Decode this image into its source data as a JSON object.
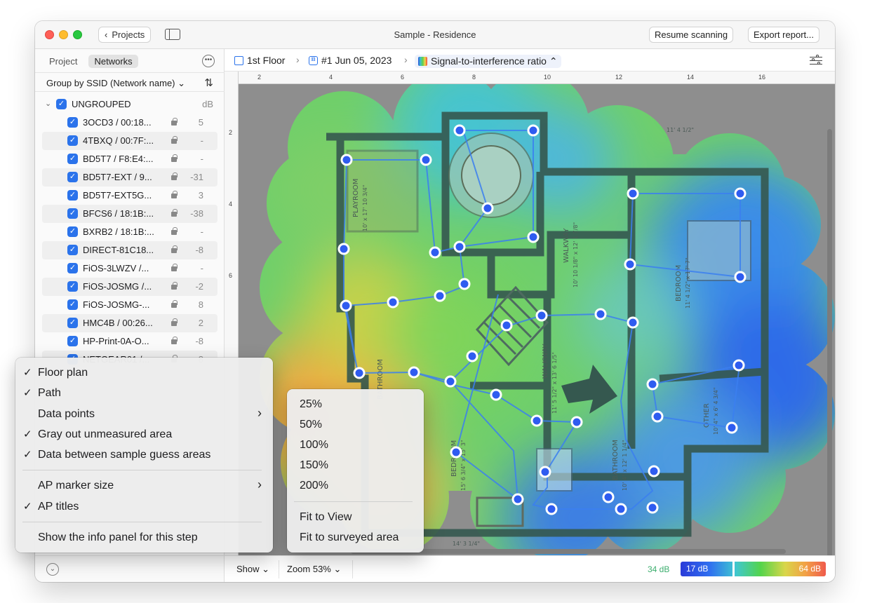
{
  "window": {
    "title": "Sample - Residence",
    "back_label": "Projects",
    "resume_label": "Resume scanning",
    "export_label": "Export report..."
  },
  "sidebar": {
    "tabs": [
      {
        "label": "Project",
        "active": false
      },
      {
        "label": "Networks",
        "active": true
      }
    ],
    "more_icon": "ellipsis-circle-icon",
    "group_by_label": "Group by SSID (Network name) ⌄",
    "sort_icon": "sort-arrows-icon",
    "group": {
      "label": "UNGROUPED",
      "unit": "dB"
    },
    "networks": [
      {
        "name": "3OCD3 / 00:18...",
        "value": "5"
      },
      {
        "name": "4TBXQ / 00:7F:...",
        "value": "-"
      },
      {
        "name": "BD5T7 / F8:E4:...",
        "value": "-"
      },
      {
        "name": "BD5T7-EXT / 9...",
        "value": "-31"
      },
      {
        "name": "BD5T7-EXT5G...",
        "value": "3"
      },
      {
        "name": "BFCS6 / 18:1B:...",
        "value": "-38"
      },
      {
        "name": "BXRB2 / 18:1B:...",
        "value": "-"
      },
      {
        "name": "DIRECT-81C18...",
        "value": "-8"
      },
      {
        "name": "FiOS-3LWZV /...",
        "value": "-"
      },
      {
        "name": "FiOS-JOSMG /...",
        "value": "-2"
      },
      {
        "name": "FiOS-JOSMG-...",
        "value": "8"
      },
      {
        "name": "HMC4B / 00:26...",
        "value": "2"
      },
      {
        "name": "HP-Print-0A-O...",
        "value": "-8"
      },
      {
        "name": "NETGEAR01 /...",
        "value": "8"
      }
    ]
  },
  "breadcrumb": {
    "floor": "1st Floor",
    "scan": "#1 Jun 05, 2023",
    "visualization": "Signal-to-interference ratio ⌃",
    "settings_icon": "sliders-icon"
  },
  "ruler": {
    "top_ticks": [
      "2",
      "4",
      "6",
      "8",
      "10",
      "12",
      "14",
      "16"
    ],
    "left_ticks": [
      "2",
      "4",
      "6"
    ]
  },
  "map": {
    "room_labels": {
      "playroom": "PLAYROOM",
      "playroom_dim": "10' x 17' 10 3/4\"",
      "walkway1": "WALKWAY",
      "walkway1_dim": "10' 10 1/8\" x 12' 1 7/8\"",
      "bedroom1": "BEDROOM",
      "bedroom1_dim": "11' 4 1/2\" x 17' 7\"",
      "walkway2": "WALKWAY",
      "walkway2_dim": "11' 5 1/2\" x 13' 6 1/5\"",
      "bathroom1": "BATHROOM",
      "bedroom2": "BEDROOM",
      "bedroom2_dim": "15' 6 3/4\" x 15' 3\"",
      "bathroom2": "BATHROOM",
      "bathroom2_dim": "10' 4\" x 12' 1 1/4\"",
      "other": "OTHER",
      "other_dim": "10' 4\" x 6' 4 3/4\"",
      "dim_top": "11' 4 1/2\"",
      "dim_bottom": "14' 3 1/4\""
    }
  },
  "bottom_bar": {
    "show_label": "Show ⌄",
    "zoom_label": "Zoom 53% ⌄",
    "scale_min_label": "34 dB",
    "scale_low": "17 dB",
    "scale_high": "64 dB"
  },
  "show_menu": {
    "items": [
      {
        "label": "Floor plan",
        "checked": "✓"
      },
      {
        "label": "Path",
        "checked": "✓"
      },
      {
        "label": "Data points",
        "checked": ""
      },
      {
        "label": "Gray out unmeasured area",
        "checked": "✓"
      },
      {
        "label": "Data between sample guess areas",
        "checked": "✓"
      },
      {
        "label": "AP marker size",
        "checked": ""
      },
      {
        "label": "AP titles",
        "checked": "✓"
      },
      {
        "label": "Show the info panel for this step",
        "checked": ""
      }
    ]
  },
  "zoom_menu": {
    "items": [
      "25%",
      "50%",
      "100%",
      "150%",
      "200%",
      "Fit to View",
      "Fit to surveyed area"
    ]
  },
  "colors": {
    "accent": "#2b73eb",
    "point": "#2f5cf0",
    "path": "#3b82f6",
    "wall": "#355a55",
    "canvas_gray": "#8e8e8e"
  }
}
